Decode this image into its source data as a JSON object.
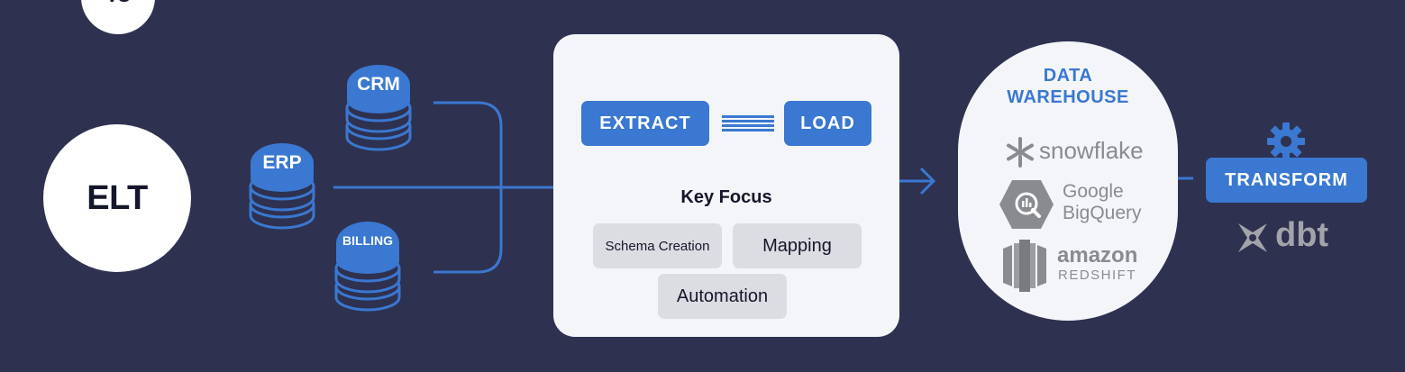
{
  "vs_label": "VS",
  "elt_label": "ELT",
  "sources": {
    "crm": "CRM",
    "erp": "ERP",
    "billing": "BILLING"
  },
  "pipeline": {
    "extract": "EXTRACT",
    "load": "LOAD",
    "key_focus": "Key Focus",
    "focus_items": [
      "Schema Creation",
      "Mapping",
      "Automation"
    ]
  },
  "warehouse": {
    "title_line1": "DATA",
    "title_line2": "WAREHOUSE",
    "logos": {
      "snowflake": "snowflake",
      "bigquery_line1": "Google",
      "bigquery_line2": "BigQuery",
      "amazon": "amazon",
      "redshift": "REDSHIFT"
    }
  },
  "transform": {
    "label": "TRANSFORM",
    "dbt": "dbt"
  },
  "colors": {
    "background": "#2e3150",
    "accent": "#3a78d1",
    "card": "#f4f5f9",
    "chip": "#dcdde2",
    "logo_gray": "#8a8b90"
  },
  "icons": [
    "database-icon",
    "equals-icon",
    "arrow-right-icon",
    "snowflake-icon",
    "bigquery-icon",
    "redshift-icon",
    "gear-icon",
    "dbt-icon"
  ]
}
